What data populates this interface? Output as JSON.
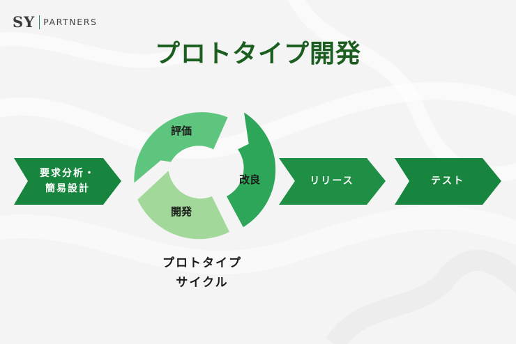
{
  "logo": {
    "brand": "SY",
    "name": "PARTNERS"
  },
  "title": "プロトタイプ開発",
  "flow": {
    "step1_line1": "要求分析・",
    "step1_line2": "簡易設計",
    "step3": "リリース",
    "step4": "テスト"
  },
  "cycle": {
    "segment_top": "評価",
    "segment_right": "改良",
    "segment_bottom": "開発",
    "label_line1": "プロトタイプ",
    "label_line2": "サイクル"
  },
  "colors": {
    "title": "#1b5e20",
    "arrow_dark": "#17853e",
    "arrow_mid": "#1f8f45",
    "cycle_top": "#5dc57e",
    "cycle_right": "#2ea65a",
    "cycle_bottom": "#a2d99a"
  }
}
